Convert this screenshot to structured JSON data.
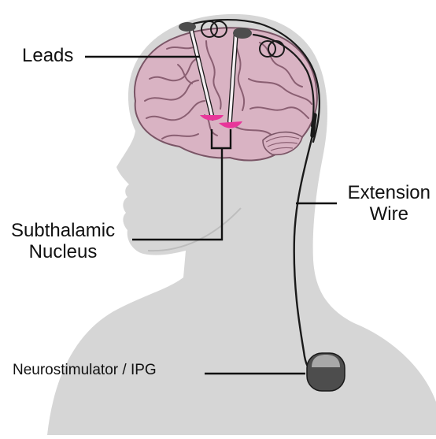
{
  "labels": {
    "leads": "Leads",
    "extension_wire": [
      "Extension",
      "Wire"
    ],
    "subthalamic_nucleus": [
      "Subthalamic",
      "Nucleus"
    ],
    "neurostimulator": "Neurostimulator / IPG"
  },
  "colors": {
    "background": "#ffffff",
    "silhouette": "#d6d6d6",
    "jaw_line": "#bdbdbd",
    "brain_fill": "#d9b3c3",
    "brain_folds": "#8a5f72",
    "brain_outline": "#7a5566",
    "target_nucleus": "#e8369a",
    "wire": "#1a1a1a",
    "lead_fill": "#f4eef1",
    "device_body": "#4d4d4d",
    "device_top": "#a8a8a8",
    "callout_line": "#111111"
  },
  "icons": {
    "brain": "brain-illustration",
    "lead_coils": "coil-loop-icon",
    "burr_hole_cap": "burr-cap-icon",
    "connector": "connector-icon",
    "device": "pulse-generator-icon"
  }
}
